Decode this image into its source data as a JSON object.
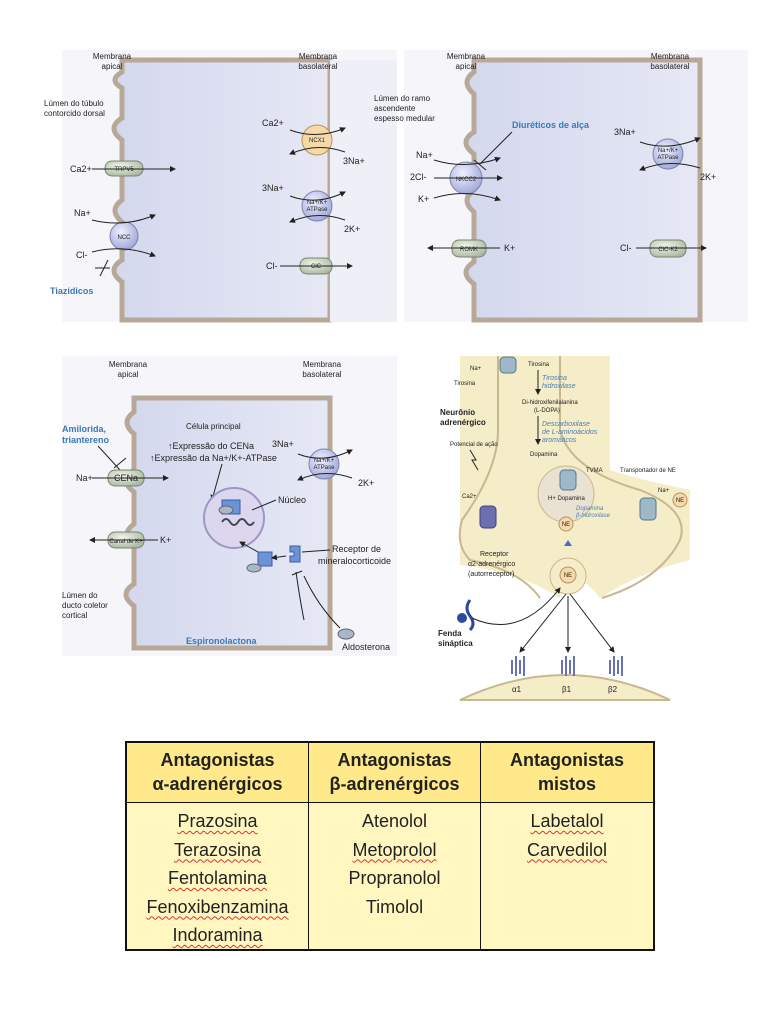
{
  "panel_tl": {
    "membrana_apical": [
      "Membrana",
      "apical"
    ],
    "membrana_basolateral": [
      "Membrana",
      "basolateral"
    ],
    "lumen": [
      "Lúmen do túbulo",
      "contorcido dorsal"
    ],
    "ca_left": "Ca2+",
    "trpv5": "TRPV5",
    "ncc": "NCC",
    "na": "Na+",
    "cl": "Cl-",
    "drug": "Tiazídicos",
    "ca_right": "Ca2+",
    "ncx1": "NCX1",
    "na3_out": "3Na+",
    "na3_in": "3Na+",
    "atpase": [
      "Na+/K+",
      "ATPase"
    ],
    "k2": "2K+",
    "cl_right": "Cl-",
    "clc": "ClC"
  },
  "panel_tr": {
    "membrana_apical": [
      "Membrana",
      "apical"
    ],
    "membrana_basolateral": [
      "Membrana",
      "basolateral"
    ],
    "lumen": [
      "Lúmen do ramo",
      "ascendente",
      "espesso medular"
    ],
    "drug": "Diuréticos de alça",
    "na": "Na+",
    "cl2": "2Cl-",
    "k": "K+",
    "nkcc2": "NKCC2",
    "romk": "ROMK",
    "k_out": "K+",
    "na3": "3Na+",
    "atpase": [
      "Na+/K+",
      "ATPase"
    ],
    "k2": "2K+",
    "cl": "Cl-",
    "clc": "ClC-K2"
  },
  "panel_bl": {
    "membrana_apical": [
      "Membrana",
      "apical"
    ],
    "membrana_basolateral": [
      "Membrana",
      "basolateral"
    ],
    "drug_top": [
      "Amilorida,",
      "triantereno"
    ],
    "celula": "Célula principal",
    "expr1": "↑Expressão do CENa",
    "expr2": "↑Expressão da Na+/K+-ATPase",
    "na": "Na+",
    "cena": "CENa",
    "na3": "3Na+",
    "atpase": [
      "Na+/K+",
      "ATPase"
    ],
    "k2": "2K+",
    "nucleo": "Núcleo",
    "canal_k": "Canal de K+",
    "k": "K+",
    "receptor": [
      "Receptor de",
      "mineralocorticoide"
    ],
    "lumen": [
      "Lúmen do",
      "ducto coletor",
      "cortical"
    ],
    "drug_bottom": "Espironolactona",
    "aldosterona": "Aldosterona"
  },
  "panel_br": {
    "na": "Na+",
    "tirosina_top": "Tirosina",
    "tirosina_left": "Tirosina",
    "tirosina_hidroxilase": [
      "Tirosina",
      "hidroxilase"
    ],
    "neuronio": [
      "Neurônio",
      "adrenérgico"
    ],
    "dopa": [
      "Di-hidroxifenilalanina",
      "(L-DOPA)"
    ],
    "descarboxilase": [
      "Descarboxilase",
      "de L-aminoácidos",
      "aromáticos"
    ],
    "potencial": "Potencial de ação",
    "dopamina": "Dopamina",
    "tvma": "TVMA",
    "transportador": "Transportador de NE",
    "ca": "Ca2+",
    "h_dopamina": "H+  Dopamina",
    "dopamina_b": [
      "Dopamina",
      "β-hidroxilase"
    ],
    "na_right": "Na+",
    "ne": "NE",
    "receptor_alpha": [
      "Receptor",
      "α2-adrenérgico",
      "(autorreceptor)"
    ],
    "fenda": [
      "Fenda",
      "sináptica"
    ],
    "alpha1": "α1",
    "beta1": "β1",
    "beta2": "β2"
  },
  "table": {
    "headers": [
      [
        "Antagonistas",
        "α-adrenérgicos"
      ],
      [
        "Antagonistas",
        "β-adrenérgicos"
      ],
      [
        "Antagonistas",
        "mistos"
      ]
    ],
    "col1": [
      "Prazosina",
      "Terazosina",
      "Fentolamina",
      "Fenoxibenzamina",
      "Indoramina"
    ],
    "col2": [
      "Atenolol",
      "Metoprolol",
      "Propranolol",
      "Timolol"
    ],
    "col3": [
      "Labetalol",
      "Carvedilol"
    ]
  },
  "colors": {
    "cell_fill": "#dfe2f2",
    "cell_edge": "#9aa0c8",
    "membrane": "#b8a898",
    "drug_blue": "#3a78b5",
    "table_header": "#ffe98a",
    "table_body": "#fff6c0",
    "neuron": "#f5ecc8"
  }
}
